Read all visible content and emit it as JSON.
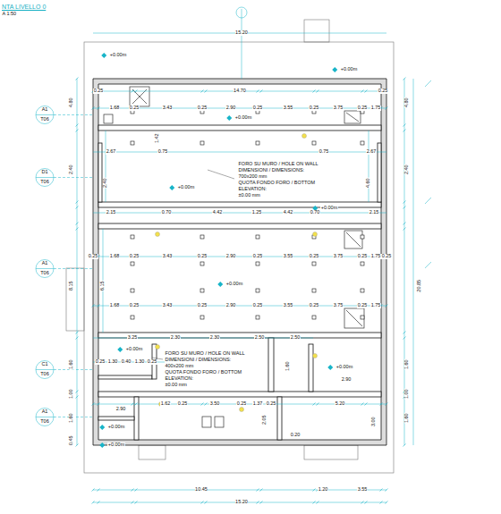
{
  "diagram": {
    "title": "NTA LIVELLO 0",
    "labels": [
      "A 1:50",
      "15.20",
      "+0.00m",
      "+0.00m",
      "0.25",
      "14.70",
      "0.25",
      "1.68",
      "0.25",
      "3.43",
      "0.25",
      "2.90",
      "0.25",
      "3.55",
      "0.25",
      "3.75",
      "0.25",
      "1.75",
      "+0.00m",
      "1.42",
      "A1",
      "T06",
      "D1",
      "T06",
      "A1",
      "T06",
      "C1",
      "T06",
      "A1",
      "T06",
      "4.80",
      "2.40",
      "8.15",
      "1.60",
      "1.00",
      "1.60",
      "0.45",
      "4.80",
      "2.40",
      "20.85",
      "1.60",
      "1.00",
      "1.60",
      "2.67",
      "0.75",
      "0.75",
      "2.67",
      "FORO SU MURO / HOLE ON WALL",
      "DIMENSIONI / DIMENSIONS:",
      "700x200 mm",
      "QUOTA FONDO FORO / BOTTOM",
      "ELEVATION:",
      "±0.00 mm",
      "+0.00m",
      "+0.00m",
      "2.40",
      "4.60",
      "2.15",
      "0.70",
      "4.42",
      "1.25",
      "4.42",
      "0.70",
      "2.15",
      "0.25",
      "1.68",
      "0.25",
      "3.43",
      "0.25",
      "2.90",
      "0.25",
      "3.55",
      "0.25",
      "3.75",
      "0.25",
      "1.75",
      "0.25",
      "+0.00m",
      "6.15",
      "1.68",
      "0.25",
      "3.43",
      "0.25",
      "2.90",
      "0.25",
      "3.55",
      "0.25",
      "3.75",
      "0.25",
      "1.75",
      "3.25",
      "2.30",
      "2.30",
      "2.50",
      "2.50",
      "0.25",
      "1.30",
      "0.40",
      "1.30",
      "0.25",
      "FORO SU MURO / HOLE ON WALL",
      "DIMENSIONI / DIMENSIONS:",
      "400x200 mm",
      "QUOTA FONDO FORO / BOTTOM",
      "ELEVATION:",
      "±0.00 mm",
      "+0.00m",
      "+0.00m",
      "2.90",
      "1.60",
      "2.90",
      "1.62",
      "0.25",
      "3.50",
      "0.25",
      "1.37",
      "0.25",
      "5.20",
      "+0.00m",
      "+0.00m",
      "2.05",
      "3.00",
      "0.20",
      "10.45",
      "1.20",
      "3.55",
      "15.20"
    ]
  }
}
